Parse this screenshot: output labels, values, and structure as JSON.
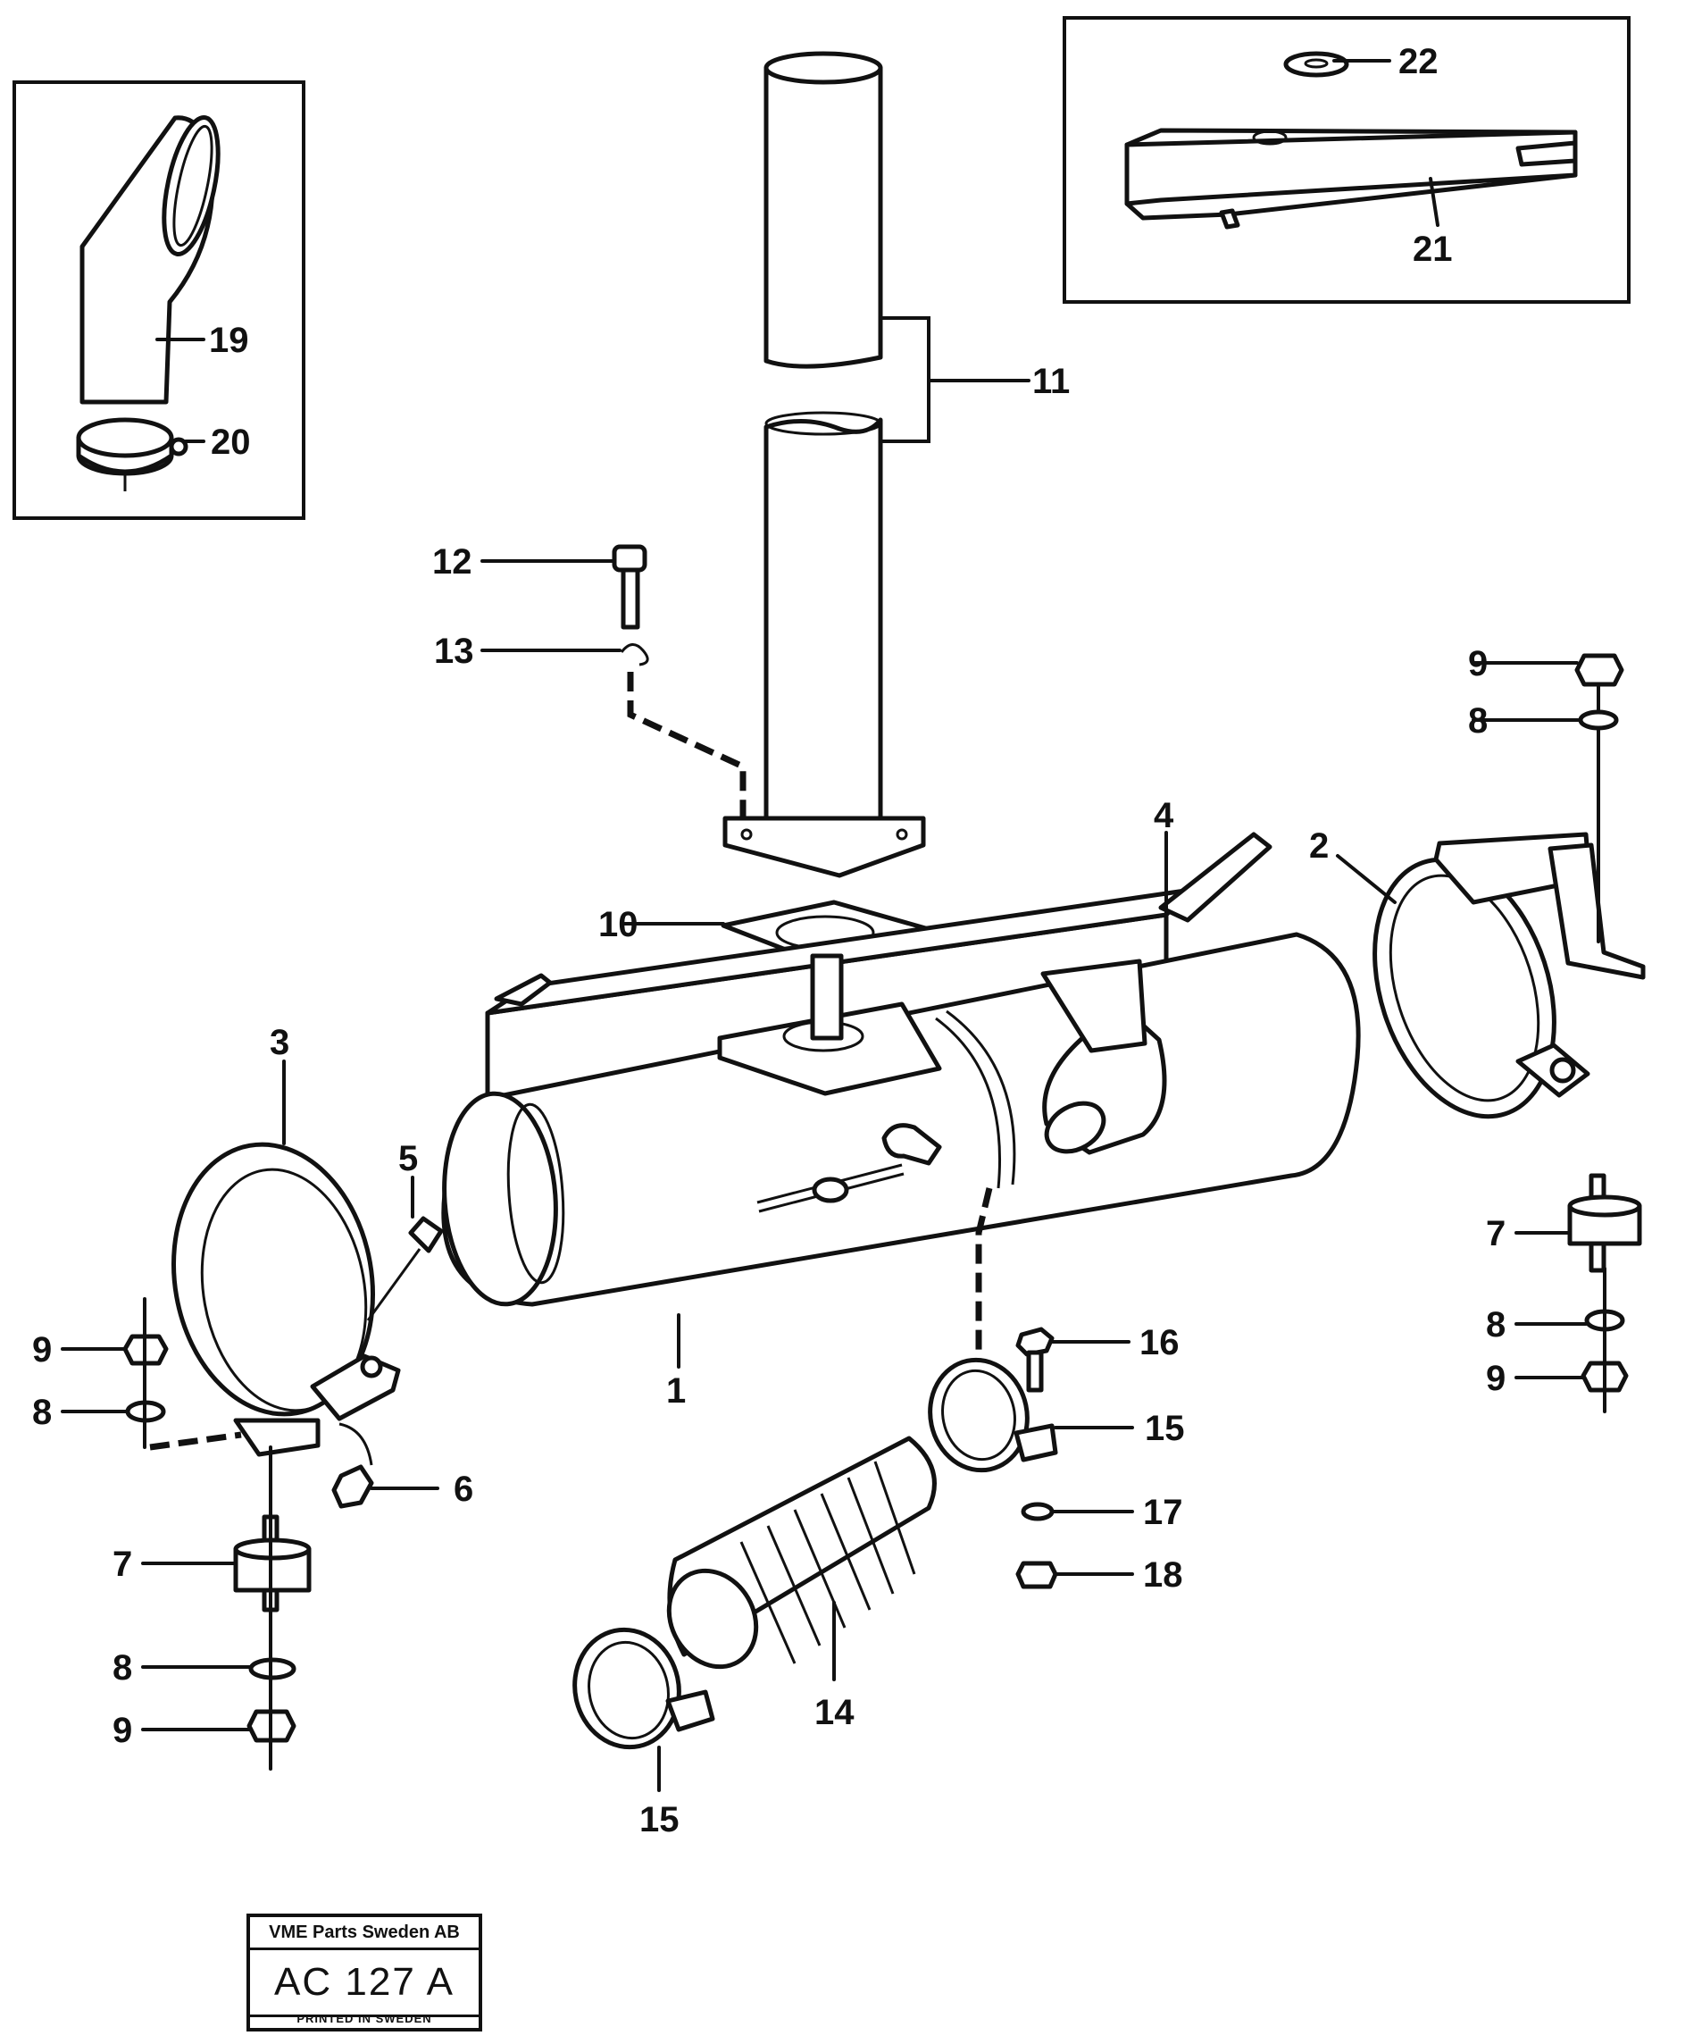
{
  "callouts": {
    "c1": "1",
    "c2": "2",
    "c3": "3",
    "c4": "4",
    "c5": "5",
    "c6": "6",
    "c7a": "7",
    "c7b": "7",
    "c8a": "8",
    "c8b": "8",
    "c8c": "8",
    "c8d": "8",
    "c9a": "9",
    "c9b": "9",
    "c9c": "9",
    "c9d": "9",
    "c10": "10",
    "c11": "11",
    "c12": "12",
    "c13": "13",
    "c14": "14",
    "c15a": "15",
    "c15b": "15",
    "c16": "16",
    "c17": "17",
    "c18": "18",
    "c19": "19",
    "c20": "20",
    "c21": "21",
    "c22": "22"
  },
  "stamp": {
    "company": "VME Parts Sweden AB",
    "code": "AC 127 A",
    "printed": "PRINTED IN SWEDEN"
  }
}
